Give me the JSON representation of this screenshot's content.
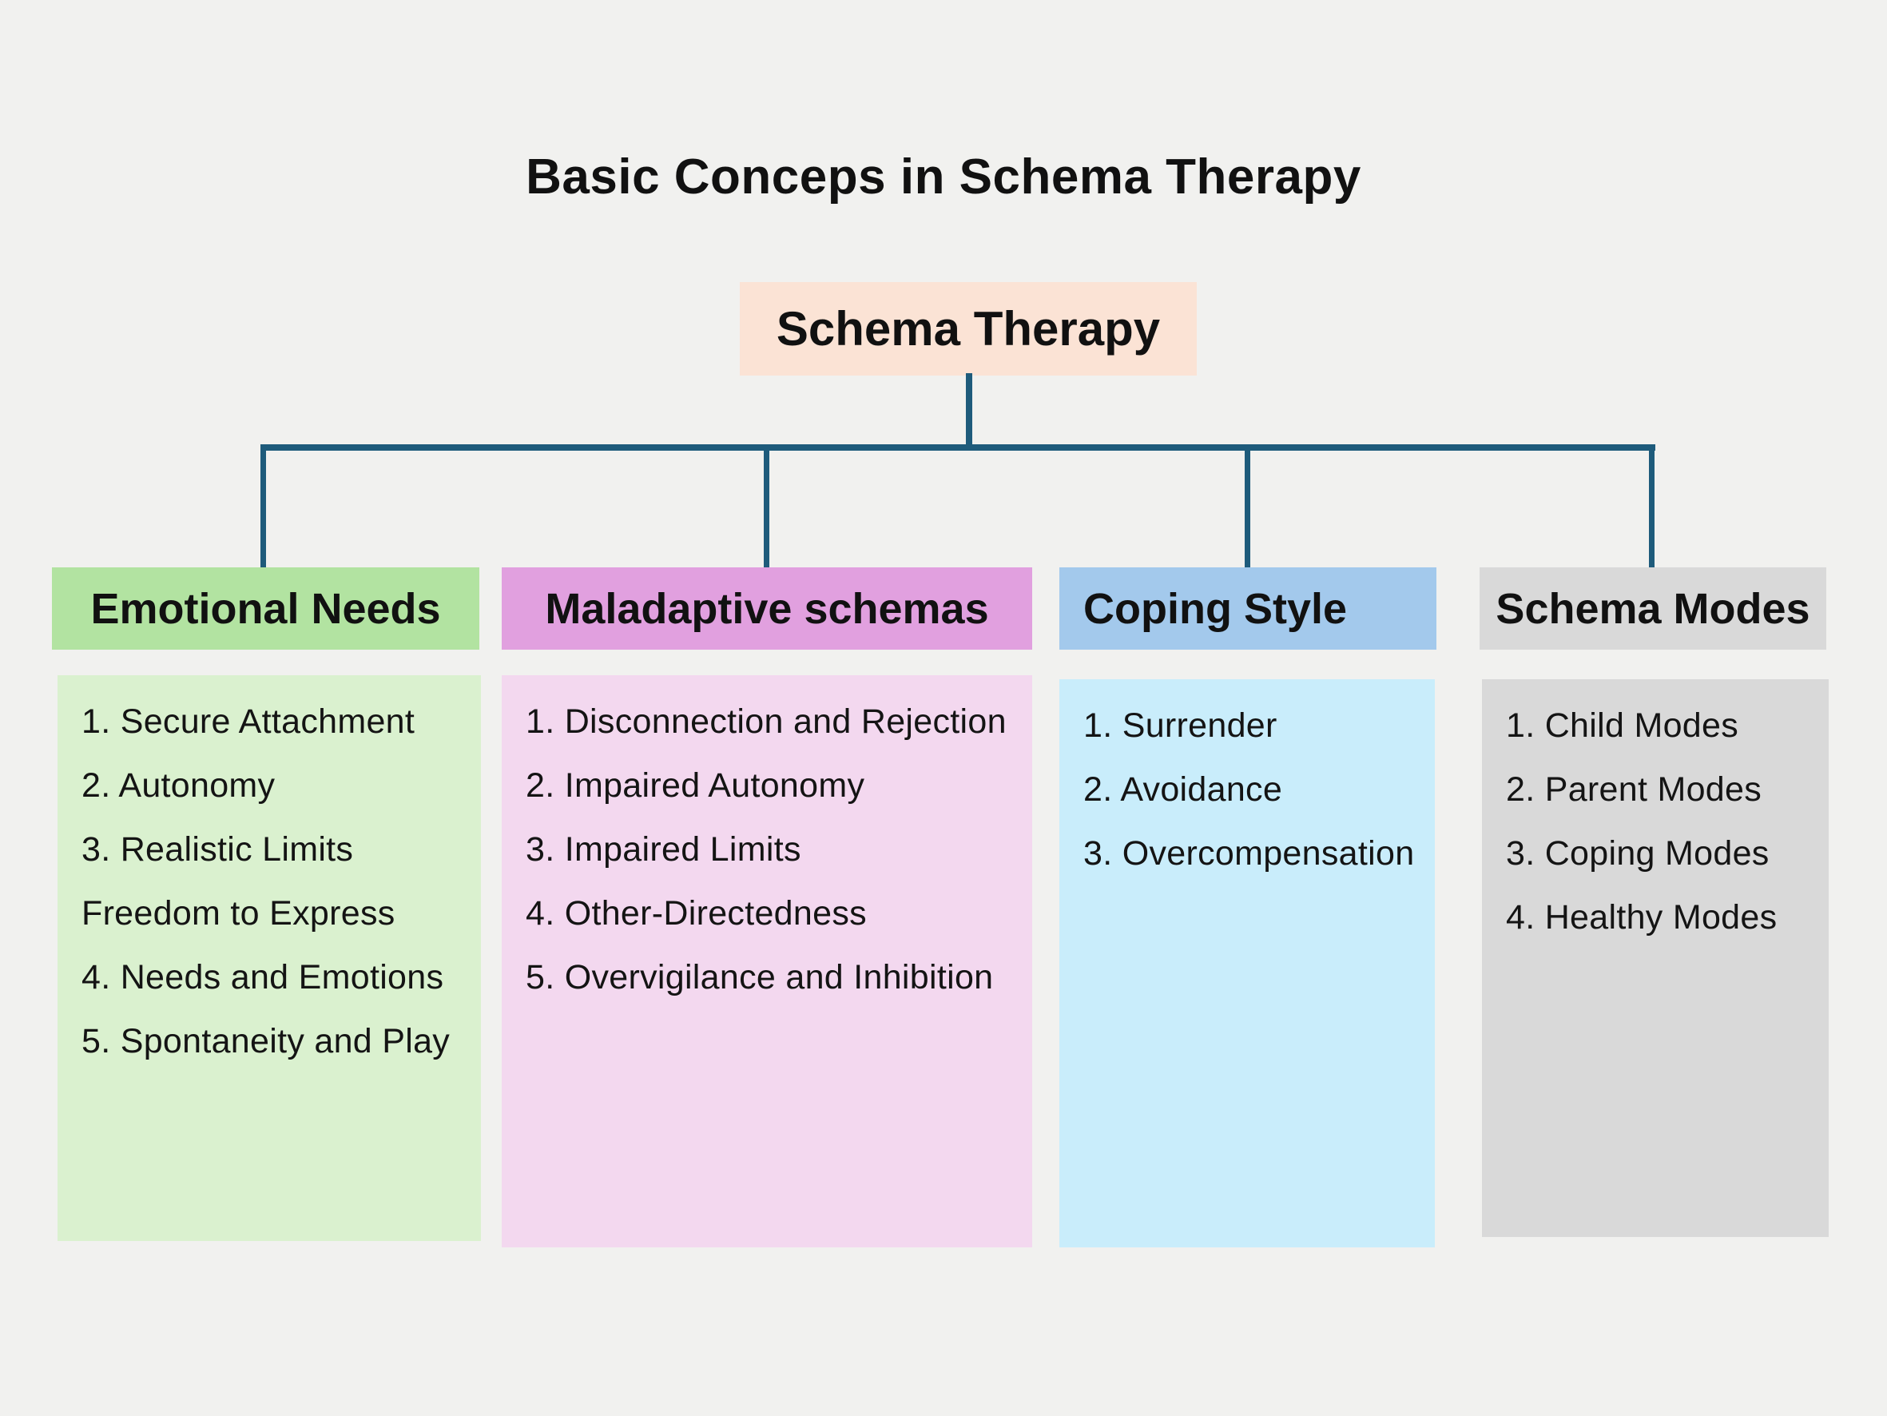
{
  "page": {
    "title": "Basic Conceps in Schema Therapy",
    "background_color": "#f1f1ef",
    "text_color": "#141414"
  },
  "connector_color": "#1e5b7b",
  "root": {
    "label": "Schema Therapy",
    "bg_color": "#fbe3d5"
  },
  "columns": [
    {
      "id": "emotional-needs",
      "header": "Emotional Needs",
      "header_bg": "#b2e3a1",
      "body_bg": "#daf1cf",
      "items": [
        "1. Secure Attachment",
        "2. Autonomy",
        "3. Realistic Limits",
        "Freedom to Express",
        "4. Needs and Emotions",
        "5. Spontaneity and Play"
      ]
    },
    {
      "id": "maladaptive-schemas",
      "header": "Maladaptive schemas",
      "header_bg": "#e1a0df",
      "body_bg": "#f3d8ef",
      "items": [
        "1. Disconnection and Rejection",
        "2. Impaired Autonomy",
        "3. Impaired Limits",
        "4. Other-Directedness",
        "5. Overvigilance and Inhibition"
      ]
    },
    {
      "id": "coping-style",
      "header": "Coping Style",
      "header_bg": "#a3c9ec",
      "body_bg": "#c9edfb",
      "items": [
        "1. Surrender",
        "2. Avoidance",
        "3. Overcompensation"
      ]
    },
    {
      "id": "schema-modes",
      "header": "Schema Modes",
      "header_bg": "#d9d9d9",
      "body_bg": "#d9d9d9",
      "items": [
        "1. Child Modes",
        "2. Parent Modes",
        "3. Coping Modes",
        "4. Healthy Modes"
      ]
    }
  ]
}
